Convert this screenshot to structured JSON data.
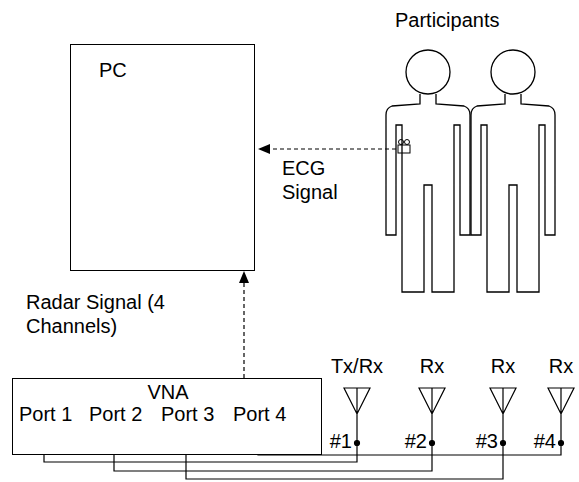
{
  "diagram": {
    "nodes": [
      {
        "text": [
          "PC"
        ]
      },
      {
        "text": [
          "VNA",
          "Port 1",
          "Port 2",
          "Port 3",
          "Port 4"
        ]
      }
    ],
    "edges": [
      {
        "from": 1,
        "to": 0,
        "arrow": "to",
        "label": "Radar Signal (4 Channels)"
      }
    ],
    "labels": [
      "Participants",
      "ECG Signal",
      "Tx/Rx",
      "Rx",
      "Rx",
      "Rx",
      "#1",
      "#2",
      "#3",
      "#4"
    ]
  }
}
